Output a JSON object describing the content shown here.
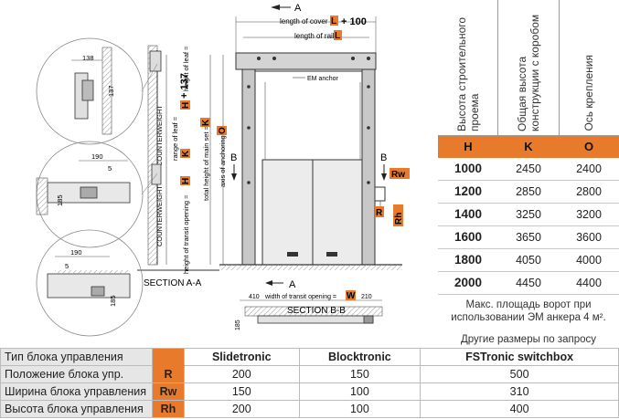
{
  "drawing": {
    "section_a_arrow": "A",
    "length_of_cover": "length of cover =",
    "cover_formula": "+ 100",
    "length_of_rail": "length of rail =",
    "code_L": "L",
    "code_H": "H",
    "code_K": "K",
    "code_O": "O",
    "code_W": "W",
    "code_Rw": "Rw",
    "code_R": "R",
    "code_Rh": "Rh",
    "em_anchor": "EM anchor",
    "dim_138": "138",
    "dim_137": "137",
    "dim_190_a": "190",
    "dim_5_a": "5",
    "dim_185_a": "185",
    "dim_190_b": "190",
    "dim_5_b": "5",
    "dim_185_b": "185",
    "dim_410": "410",
    "dim_210": "210",
    "dim_185_c": "185",
    "counterweight_1": "COUNTERWEIGHT",
    "counterweight_2": "COUNTERWEIGHT",
    "height_of_leaf": "height of leaf =",
    "leaf_formula": "+ 137",
    "range_of_leaf": "range of leaf =",
    "height_of_transit": "height of transit opening =",
    "total_height": "total height of main set =",
    "axis_of_anchoring": "axis of anchoring =",
    "b_left": "B",
    "b_right": "B",
    "section_a_bottom": "A",
    "width_of_transit": "width of transit opening =",
    "section_aa": "SECTION A-A",
    "section_bb": "SECTION B-B"
  },
  "dimensions_table": {
    "headers": [
      "Высота строительного проема",
      "Общая высота конструкции с коробом",
      "Ось крепления"
    ],
    "codes": [
      "H",
      "K",
      "O"
    ],
    "rows": [
      [
        "1000",
        "2450",
        "2400"
      ],
      [
        "1200",
        "2850",
        "2800"
      ],
      [
        "1400",
        "3250",
        "3200"
      ],
      [
        "1600",
        "3650",
        "3600"
      ],
      [
        "1800",
        "4050",
        "4000"
      ],
      [
        "2000",
        "4450",
        "4400"
      ]
    ],
    "note": "Макс. площадь ворот при использовании ЭМ анкера 4 м².",
    "note2": "Другие размеры по запросу"
  },
  "control_table": {
    "header": {
      "label": "Тип блока управления",
      "columns": [
        "Slidetronic",
        "Blocktronic",
        "FSTronic switchbox"
      ]
    },
    "rows": [
      {
        "label": "Положение блока упр.",
        "code": "R",
        "values": [
          "200",
          "150",
          "500"
        ]
      },
      {
        "label": "Ширина блока управления",
        "code": "Rw",
        "values": [
          "150",
          "100",
          "310"
        ]
      },
      {
        "label": "Высота блока управления",
        "code": "Rh",
        "values": [
          "200",
          "100",
          "400"
        ]
      }
    ]
  },
  "colors": {
    "accent": "#e87a2c",
    "label_bg": "#e6e6e6"
  }
}
